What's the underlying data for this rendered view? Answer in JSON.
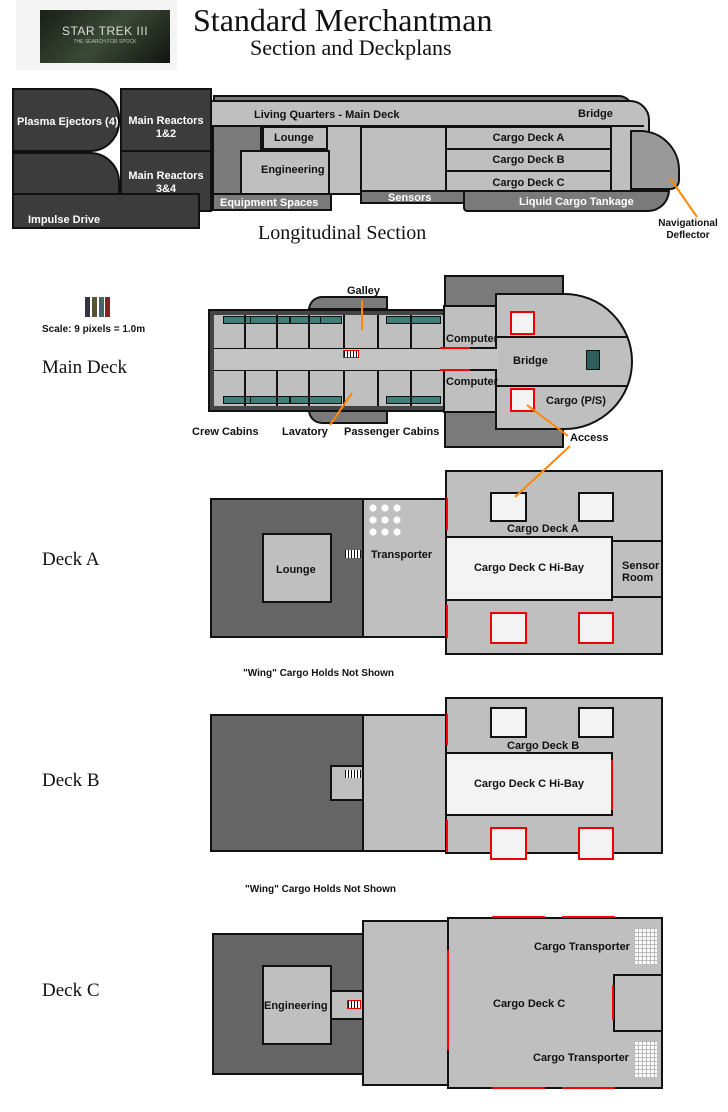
{
  "header": {
    "title": "Standard Merchantman",
    "subtitle": "Section and Deckplans",
    "logo_text": "STAR TREK III",
    "logo_subtext": "THE SEARCH FOR SPOCK"
  },
  "section": {
    "title": "Longitudinal Section",
    "labels": {
      "plasma": "Plasma Ejectors (4)",
      "reactors12_a": "Main Reactors",
      "reactors12_b": "1&2",
      "reactors34_a": "Main Reactors",
      "reactors34_b": "3&4",
      "impulse": "Impulse Drive",
      "living": "Living Quarters - Main Deck",
      "bridge": "Bridge",
      "lounge": "Lounge",
      "engineering": "Engineering",
      "cargo_a": "Cargo Deck A",
      "cargo_b": "Cargo Deck B",
      "cargo_c": "Cargo Deck C",
      "equipment": "Equipment Spaces",
      "sensors": "Sensors",
      "liquid": "Liquid Cargo Tankage",
      "nav_a": "Navigational",
      "nav_b": "Deflector"
    }
  },
  "main_deck": {
    "title": "Main Deck",
    "scale": "Scale: 9 pixels = 1.0m",
    "labels": {
      "galley": "Galley",
      "computer1": "Computer",
      "computer2": "Computer",
      "bridge": "Bridge",
      "cargo": "Cargo (P/S)",
      "access": "Access",
      "crew": "Crew Cabins",
      "lavatory": "Lavatory",
      "passenger": "Passenger Cabins"
    }
  },
  "deck_a": {
    "title": "Deck A",
    "labels": {
      "lounge": "Lounge",
      "transporter": "Transporter",
      "cargo": "Cargo Deck A",
      "hibay": "Cargo Deck C Hi-Bay",
      "sensor_a": "Sensor",
      "sensor_b": "Room"
    },
    "note": "\"Wing\" Cargo Holds Not Shown"
  },
  "deck_b": {
    "title": "Deck B",
    "labels": {
      "cargo": "Cargo Deck B",
      "hibay": "Cargo Deck C Hi-Bay"
    },
    "note": "\"Wing\" Cargo Holds Not Shown"
  },
  "deck_c": {
    "title": "Deck C",
    "labels": {
      "engineering": "Engineering",
      "cargo": "Cargo Deck C",
      "transporter1": "Cargo Transporter",
      "transporter2": "Cargo Transporter"
    }
  },
  "colors": {
    "accent_line": "#ff8800",
    "door": "#ff0000",
    "hull_dark": "#3c3c3c",
    "hull_light": "#bfbfbf"
  }
}
